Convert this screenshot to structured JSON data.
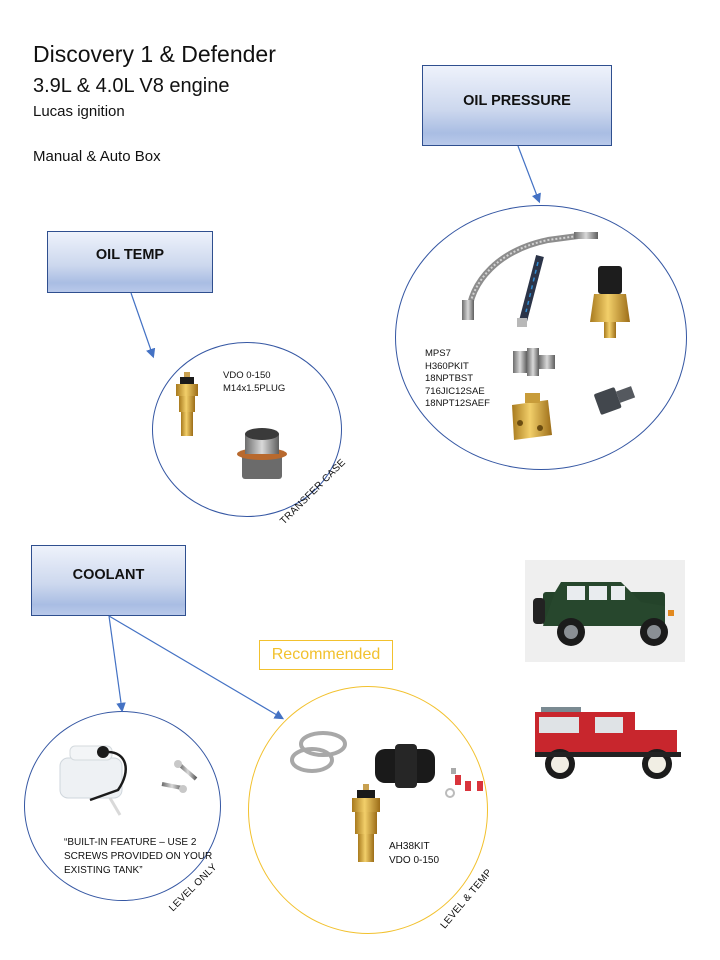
{
  "header": {
    "title": "Discovery 1 & Defender",
    "engine": "3.9L & 4.0L V8 engine",
    "ignition": "Lucas ignition",
    "gearbox": "Manual & Auto Box"
  },
  "categories": {
    "oil_pressure": {
      "label": "OIL PRESSURE",
      "parts": [
        "MPS7",
        "H360PKIT",
        "18NPTBST",
        "716JIC12SAE",
        "18NPT12SAEF"
      ],
      "images": [
        "braided-hose",
        "cable-tie-strap",
        "pressure-sender",
        "adapter-fitting",
        "brass-tee",
        "reducer-adapter"
      ]
    },
    "oil_temp": {
      "label": "OIL TEMP",
      "parts": [
        "VDO 0-150",
        "M14x1.5PLUG"
      ],
      "location_label": "TRANSFER  CASE",
      "images": [
        "temp-sender",
        "drain-plug"
      ]
    },
    "coolant": {
      "label": "COOLANT",
      "level_only": {
        "note_lines": [
          "“BUILT-IN FEATURE – USE 2",
          "SCREWS PROVIDED ON YOUR",
          "EXISTING TANK”"
        ],
        "label": "LEVEL  ONLY",
        "images": [
          "expansion-tank",
          "screws"
        ]
      },
      "level_temp": {
        "badge": "Recommended",
        "parts": [
          "AH38KIT",
          "VDO 0-150"
        ],
        "label": "LEVEL  & TEMP",
        "images": [
          "hose-clamps",
          "hose-adapter",
          "terminals",
          "temp-sender"
        ]
      }
    }
  },
  "vehicles": [
    "discovery-1-green",
    "defender-red"
  ],
  "colors": {
    "box_border": "#2f4f8f",
    "ring_blue": "#3557a3",
    "ring_gold": "#f2c12e",
    "arrow": "#4472c4",
    "recommended": "#f2c12e"
  }
}
